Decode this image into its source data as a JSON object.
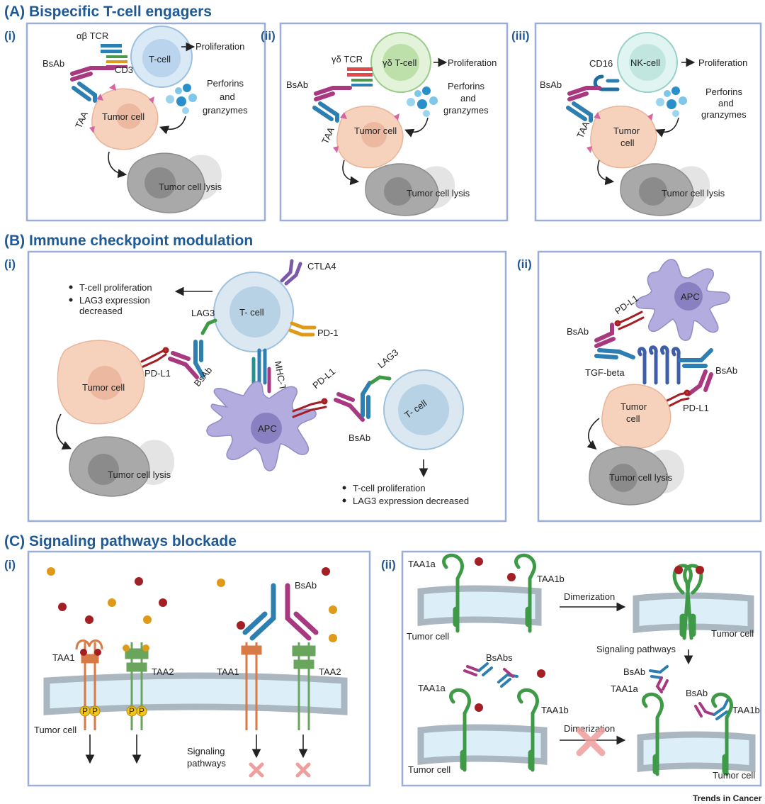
{
  "sections": {
    "a": "(A) Bispecific T-cell engagers",
    "b": "(B)  Immune checkpoint modulation",
    "c": "(C) Signaling pathways blockade"
  },
  "subs": {
    "i": "(i)",
    "ii": "(ii)",
    "iii": "(iii)"
  },
  "labels": {
    "ab_tcr": "αβ TCR",
    "gd_tcr": "γδ TCR",
    "tcell": "T-cell",
    "gd_tcell": "γδ T-cell",
    "nk_cell": "NK-cell",
    "proliferation": "Proliferation",
    "bsab": "BsAb",
    "bsabs": "BsAbs",
    "cd3": "CD3",
    "cd16": "CD16",
    "perforins": "Perforins",
    "and": "and",
    "granzymes": "granzymes",
    "taa": "TAA",
    "tumor_cell": "Tumor cell",
    "tumor": "Tumor",
    "cell": "cell",
    "tumor_lysis": "Tumor cell lysis",
    "t_cell_space": "T- cell",
    "ctla4": "CTLA4",
    "lag3": "LAG3",
    "pd1": "PD-1",
    "pdl1": "PD-L1",
    "mhc_tcr": "MHC-TCR",
    "apc": "APC",
    "tgf": "TGF-beta",
    "bullet_prolif": "T-cell proliferation",
    "bullet_lag3a": "LAG3 expression",
    "bullet_lag3b": "decreased",
    "bullet_lag3": "LAG3 expression decreased",
    "taa1": "TAA1",
    "taa2": "TAA2",
    "taa1a": "TAA1a",
    "taa1b": "TAA1b",
    "p": "P",
    "signaling": "Signaling",
    "pathways": "pathways",
    "signaling_pathways": "Signaling pathways",
    "dimerization": "Dimerization"
  },
  "footer": "Trends in Cancer",
  "colors": {
    "title": "#1f5a96",
    "panel_border": "#9aaed6",
    "tumor": "#f6d2bd",
    "tcell": "#cfe3f2",
    "gd_tcell": "#d3ecc8",
    "nk": "#d6f0ec",
    "apc": "#b3acde",
    "bsab_blue": "#2c7fb0",
    "bsab_magenta": "#a8387f",
    "receptor_green": "#4e9a4a",
    "receptor_orange": "#d77a45",
    "ligand_red": "#a31f24",
    "ligand_orange": "#e09a1a"
  }
}
